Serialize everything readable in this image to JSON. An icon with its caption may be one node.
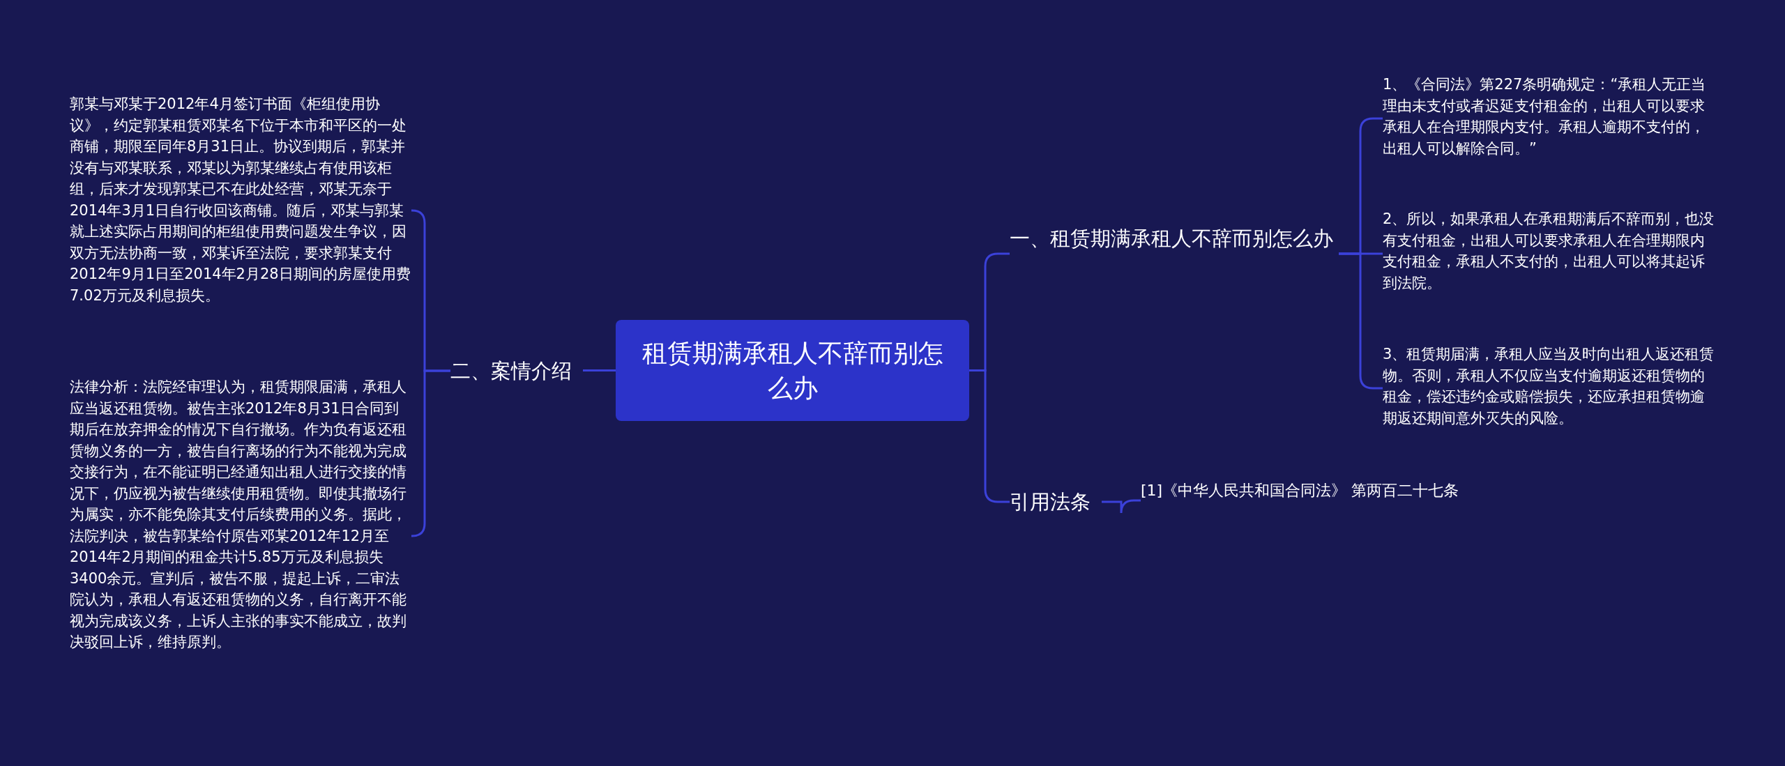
{
  "diagram": {
    "nodes": [
      {
        "text": [
          "租赁期满承租人不辞而别怎么办"
        ]
      },
      {
        "text": [
          "一、租赁期满承租人不辞而别怎么办"
        ]
      },
      {
        "text": [
          "1、《合同法》第227条明确规定：“承租人无正当理由未支付或者迟延支付租金的，出租人可以要求承租人在合理期限内支付。承租人逾期不支付的，出租人可以解除合同。”"
        ]
      },
      {
        "text": [
          "2、所以，如果承租人在承租期满后不辞而别，也没有支付租金，出租人可以要求承租人在合理期限内支付租金，承租人不支付的，出租人可以将其起诉到法院。"
        ]
      },
      {
        "text": [
          "3、租赁期届满，承租人应当及时向出租人返还租赁物。否则，承租人不仅应当支付逾期返还租赁物的租金，偿还违约金或赔偿损失，还应承担租赁物逾期返还期间意外灭失的风险。"
        ]
      },
      {
        "text": [
          "引用法条"
        ]
      },
      {
        "text": [
          "[1]《中华人民共和国合同法》 第两百二十七条"
        ]
      },
      {
        "text": [
          "二、案情介绍"
        ]
      },
      {
        "text": [
          "郭某与邓某于2012年4月签订书面《柜组使用协议》，约定郭某租赁邓某名下位于本市和平区的一处商铺，期限至同年8月31日止。协议到期后，郭某并没有与邓某联系，邓某以为郭某继续占有使用该柜组，后来才发现郭某已不在此处经营，邓某无奈于2014年3月1日自行收回该商铺。随后，邓某与郭某就上述实际占用期间的柜组使用费问题发生争议，因双方无法协商一致，邓某诉至法院，要求郭某支付2012年9月1日至2014年2月28日期间的房屋使用费7.02万元及利息损失。"
        ]
      },
      {
        "text": [
          "法律分析：法院经审理认为，租赁期限届满，承租人应当返还租赁物。被告主张2012年8月31日合同到期后在放弃押金的情况下自行撤场。作为负有返还租赁物义务的一方，被告自行离场的行为不能视为完成交接行为，在不能证明已经通知出租人进行交接的情况下，仍应视为被告继续使用租赁物。即使其撤场行为属实，亦不能免除其支付后续费用的义务。据此，法院判决，被告郭某给付原告邓某2012年12月至2014年2月期间的租金共计5.85万元及利息损失3400余元。宣判后，被告不服，提起上诉，二审法院认为，承租人有返还租赁物的义务，自行离开不能视为完成该义务，上诉人主张的事实不能成立，故判决驳回上诉，维持原判。"
        ]
      }
    ],
    "edges": [
      {
        "from": 0,
        "to": 1,
        "arrow": "none"
      },
      {
        "from": 1,
        "to": 2,
        "arrow": "none"
      },
      {
        "from": 1,
        "to": 3,
        "arrow": "none"
      },
      {
        "from": 1,
        "to": 4,
        "arrow": "none"
      },
      {
        "from": 0,
        "to": 5,
        "arrow": "none"
      },
      {
        "from": 5,
        "to": 6,
        "arrow": "none"
      },
      {
        "from": 0,
        "to": 7,
        "arrow": "none"
      },
      {
        "from": 7,
        "to": 8,
        "arrow": "none"
      },
      {
        "from": 7,
        "to": 9,
        "arrow": "none"
      }
    ]
  }
}
